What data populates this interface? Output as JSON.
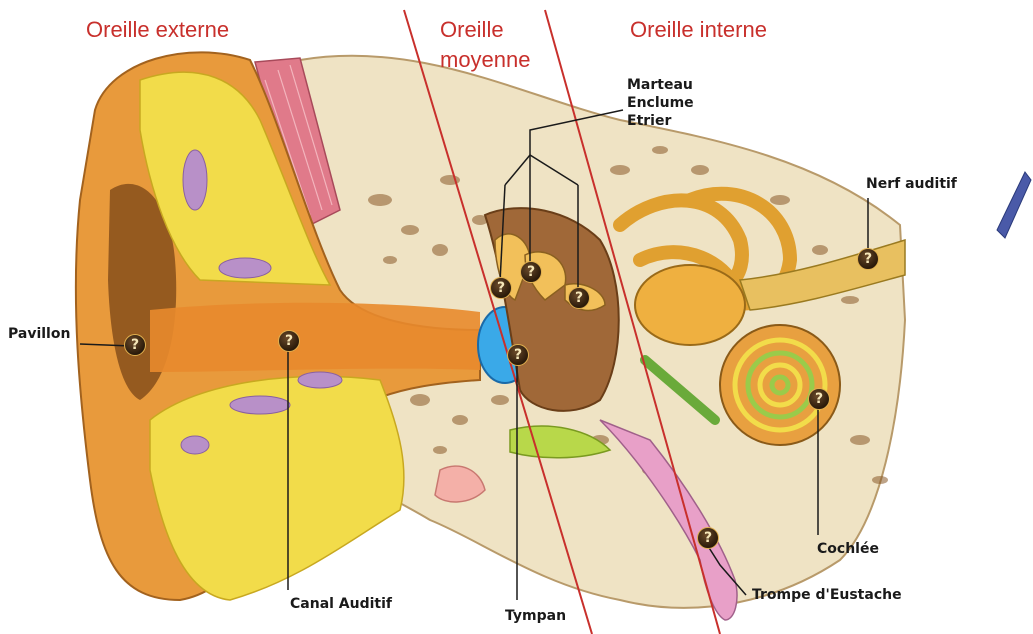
{
  "sections": {
    "outer": "Oreille externe",
    "middle_line1": "Oreille",
    "middle_line2": "moyenne",
    "inner": "Oreille interne"
  },
  "ossicles": [
    "Marteau",
    "Enclume",
    "Etrier"
  ],
  "labels": {
    "pavillon": "Pavillon",
    "canal": "Canal Auditif",
    "tympan": "Tympan",
    "trompe": "Trompe d'Eustache",
    "cochlee": "Cochlée",
    "nerf": "Nerf auditif"
  },
  "marker_glyph": "?",
  "colors": {
    "title_red": "#c8302c",
    "skin": "#e89a3c",
    "bone": "#efe3c4",
    "tissue": "#f2dc4a",
    "eardrum": "#3aa9e8"
  }
}
